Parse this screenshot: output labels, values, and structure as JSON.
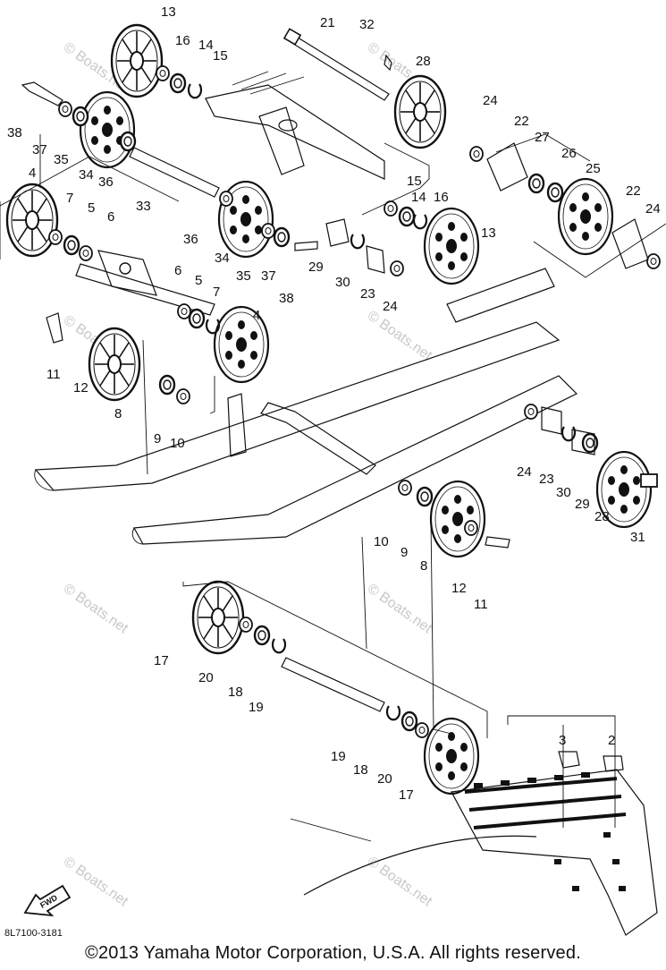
{
  "diagram": {
    "part_code": "8L7100-3181",
    "fwd_label": "FWD",
    "watermark": "© Boats.net",
    "labels": [
      {
        "id": "13a",
        "text": "13"
      },
      {
        "id": "16a",
        "text": "16"
      },
      {
        "id": "14a",
        "text": "14"
      },
      {
        "id": "15a",
        "text": "15"
      },
      {
        "id": "21",
        "text": "21"
      },
      {
        "id": "32",
        "text": "32"
      },
      {
        "id": "28a",
        "text": "28"
      },
      {
        "id": "38a",
        "text": "38"
      },
      {
        "id": "37a",
        "text": "37"
      },
      {
        "id": "35a",
        "text": "35"
      },
      {
        "id": "34a",
        "text": "34"
      },
      {
        "id": "36a",
        "text": "36"
      },
      {
        "id": "24a",
        "text": "24"
      },
      {
        "id": "22a",
        "text": "22"
      },
      {
        "id": "27",
        "text": "27"
      },
      {
        "id": "26",
        "text": "26"
      },
      {
        "id": "25",
        "text": "25"
      },
      {
        "id": "4a",
        "text": "4"
      },
      {
        "id": "7a",
        "text": "7"
      },
      {
        "id": "5a",
        "text": "5"
      },
      {
        "id": "6a",
        "text": "6"
      },
      {
        "id": "33",
        "text": "33"
      },
      {
        "id": "36b",
        "text": "36"
      },
      {
        "id": "34b",
        "text": "34"
      },
      {
        "id": "35b",
        "text": "35"
      },
      {
        "id": "37b",
        "text": "37"
      },
      {
        "id": "38b",
        "text": "38"
      },
      {
        "id": "15b",
        "text": "15"
      },
      {
        "id": "14b",
        "text": "14"
      },
      {
        "id": "16b",
        "text": "16"
      },
      {
        "id": "13b",
        "text": "13"
      },
      {
        "id": "29a",
        "text": "29"
      },
      {
        "id": "30a",
        "text": "30"
      },
      {
        "id": "23a",
        "text": "23"
      },
      {
        "id": "24b",
        "text": "24"
      },
      {
        "id": "22b",
        "text": "22"
      },
      {
        "id": "24c",
        "text": "24"
      },
      {
        "id": "6b",
        "text": "6"
      },
      {
        "id": "5b",
        "text": "5"
      },
      {
        "id": "7b",
        "text": "7"
      },
      {
        "id": "4b",
        "text": "4"
      },
      {
        "id": "11a",
        "text": "11"
      },
      {
        "id": "12a",
        "text": "12"
      },
      {
        "id": "8a",
        "text": "8"
      },
      {
        "id": "9a",
        "text": "9"
      },
      {
        "id": "10a",
        "text": "10"
      },
      {
        "id": "24d",
        "text": "24"
      },
      {
        "id": "23b",
        "text": "23"
      },
      {
        "id": "30b",
        "text": "30"
      },
      {
        "id": "29b",
        "text": "29"
      },
      {
        "id": "28b",
        "text": "28"
      },
      {
        "id": "31",
        "text": "31"
      },
      {
        "id": "10b",
        "text": "10"
      },
      {
        "id": "9b",
        "text": "9"
      },
      {
        "id": "8b",
        "text": "8"
      },
      {
        "id": "12b",
        "text": "12"
      },
      {
        "id": "11b",
        "text": "11"
      },
      {
        "id": "17a",
        "text": "17"
      },
      {
        "id": "20a",
        "text": "20"
      },
      {
        "id": "18a",
        "text": "18"
      },
      {
        "id": "19a",
        "text": "19"
      },
      {
        "id": "19b",
        "text": "19"
      },
      {
        "id": "18b",
        "text": "18"
      },
      {
        "id": "20b",
        "text": "20"
      },
      {
        "id": "17b",
        "text": "17"
      },
      {
        "id": "3",
        "text": "3"
      },
      {
        "id": "2",
        "text": "2"
      }
    ]
  },
  "footer": {
    "copyright": "©2013 Yamaha Motor Corporation, U.S.A. All rights reserved."
  }
}
